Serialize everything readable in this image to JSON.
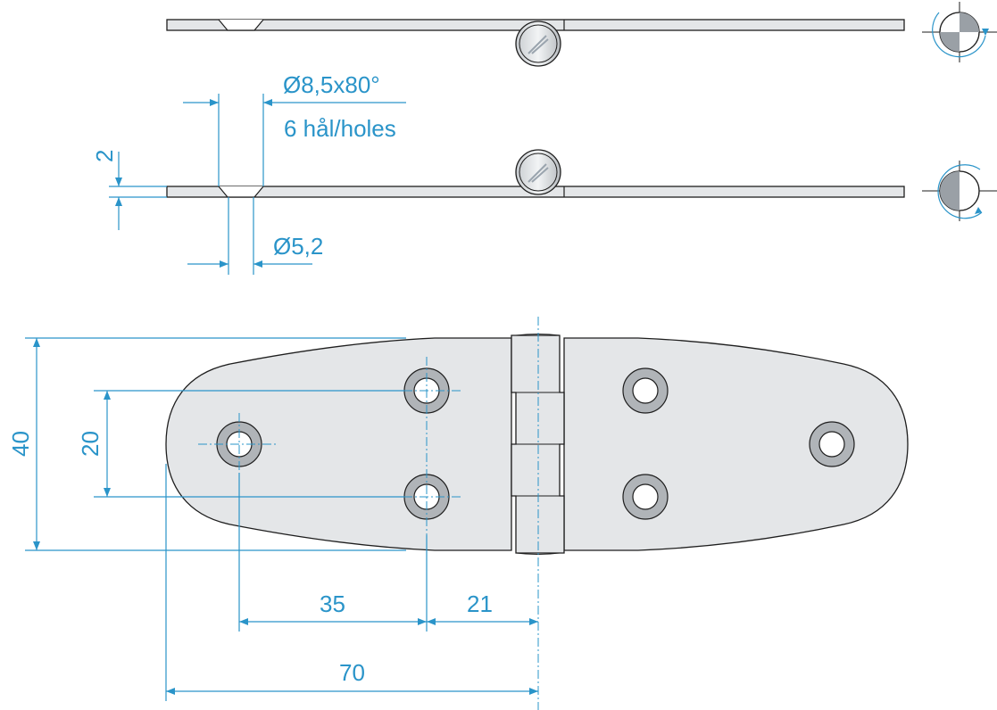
{
  "drawing": {
    "title": "Hinge technical drawing",
    "units": "mm",
    "colors": {
      "dimension": "#2a94c9",
      "part_fill": "#e4e6e8",
      "outline": "#1e1e1e"
    },
    "side_views": [
      {
        "name": "top-side-view",
        "rotation_icon": "rotation-open-icon"
      },
      {
        "name": "middle-side-view",
        "rotation_icon": "rotation-closed-icon"
      }
    ],
    "dimensions": {
      "countersink": "Ø8,5x80°",
      "holes_note": "6 hål/holes",
      "thickness": "2",
      "hole_diameter": "Ø5,2",
      "height_total": "40",
      "hole_spacing_vertical": "20",
      "hole_spacing_horizontal": "35",
      "hole_to_pin": "21",
      "end_hole_to_pin": "70"
    }
  }
}
